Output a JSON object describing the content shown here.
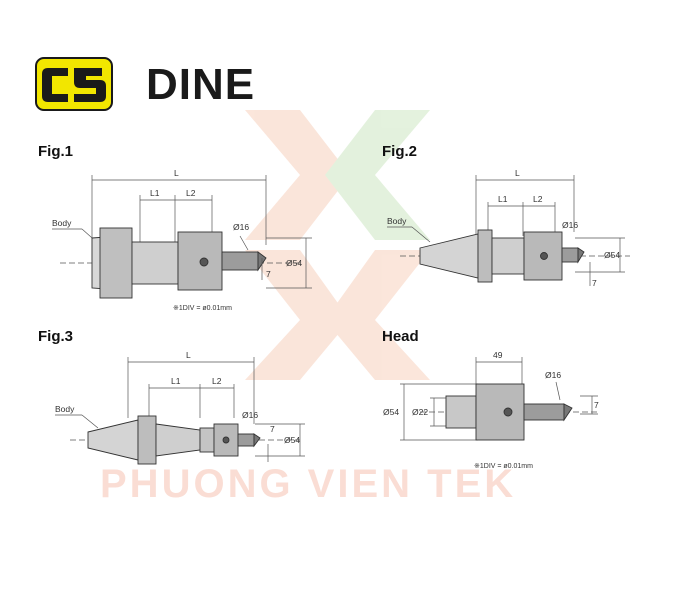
{
  "brand": {
    "name": "DINE",
    "logo_color": "#f2e600"
  },
  "watermark": {
    "text": "PHUONG VIEN TEK"
  },
  "figures": {
    "fig1": {
      "title": "Fig.1",
      "labels": {
        "L": "L",
        "L1": "L1",
        "L2": "L2",
        "body": "Body",
        "d16": "Ø16",
        "d54": "Ø54",
        "seven": "7"
      },
      "note": "※1DIV = ø0.01mm"
    },
    "fig2": {
      "title": "Fig.2",
      "labels": {
        "L": "L",
        "L1": "L1",
        "L2": "L2",
        "body": "Body",
        "d16": "Ø16",
        "d54": "Ø54",
        "seven": "7"
      }
    },
    "fig3": {
      "title": "Fig.3",
      "labels": {
        "L": "L",
        "L1": "L1",
        "L2": "L2",
        "body": "Body",
        "d16": "Ø16",
        "d54": "Ø54",
        "seven": "7"
      }
    },
    "head": {
      "title": "Head",
      "labels": {
        "length": "49",
        "d16": "Ø16",
        "d54": "Ø54",
        "d22": "Ø22",
        "seven": "7"
      },
      "note": "※1DIV = ø0.01mm"
    }
  }
}
